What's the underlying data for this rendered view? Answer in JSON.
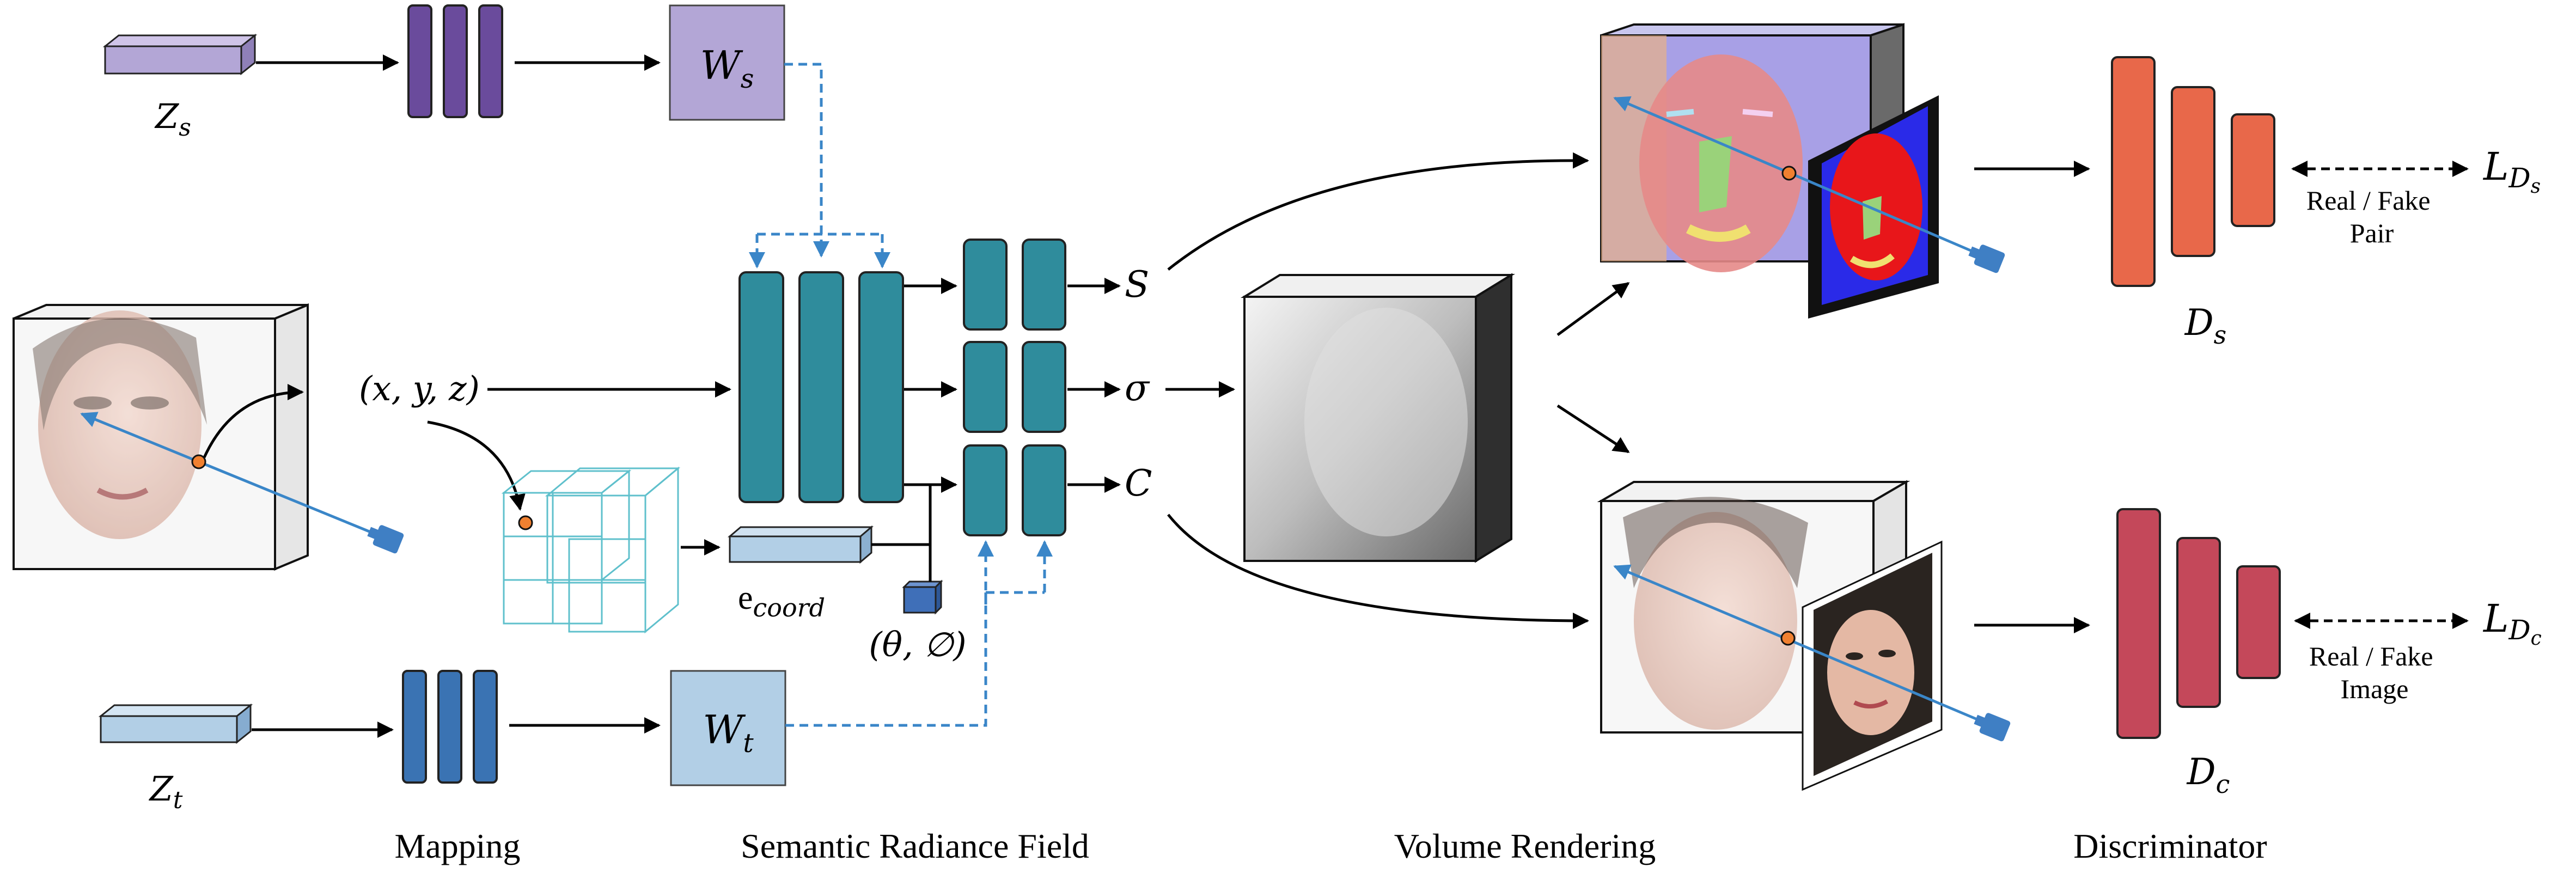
{
  "diagram": {
    "latents": {
      "shape": "Z",
      "shape_sub": "s",
      "texture": "Z",
      "texture_sub": "t"
    },
    "styles": {
      "shape": "W",
      "shape_sub": "s",
      "texture": "W",
      "texture_sub": "t"
    },
    "coords": "(x, y, z)",
    "coord_embedding": "e",
    "coord_embedding_sub": "coord",
    "view_direction": "(θ, ∅)",
    "outputs": {
      "semantic": "S",
      "density": "σ",
      "color": "C"
    },
    "losses": {
      "semantic_L": "L",
      "semantic_D": "D",
      "semantic_sub": "s",
      "color_L": "L",
      "color_D": "D",
      "color_sub": "c",
      "semantic_label_line1": "Real / Fake",
      "semantic_label_line2": "Pair",
      "color_label_line1": "Real / Fake",
      "color_label_line2": "Image"
    },
    "discriminators": {
      "semantic": "D",
      "semantic_sub": "s",
      "color": "D",
      "color_sub": "c"
    },
    "sections": {
      "mapping": "Mapping",
      "srf": "Semantic Radiance Field",
      "volume": "Volume Rendering",
      "discriminator": "Discriminator"
    },
    "colors": {
      "shape_light": "#b3a6d6",
      "shape_dark": "#6a4b9c",
      "texture_light": "#b2cfe6",
      "texture_dark": "#3a73b3",
      "teal": "#2f8c9c",
      "arrow_blue": "#3a86c8",
      "orange_disc": "#e8684a",
      "red_disc": "#c4485a",
      "camera": "#3f7fc4",
      "orange_dot": "#f08030"
    }
  }
}
